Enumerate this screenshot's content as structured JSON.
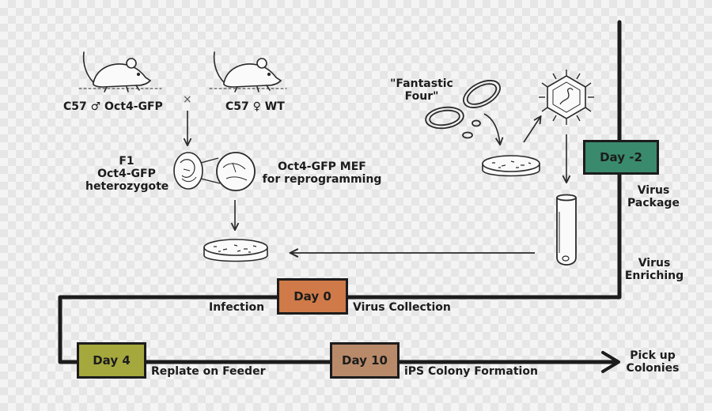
{
  "mice": {
    "left_label": "C57 ♂ Oct4-GFP",
    "right_label": "C57 ♀ WT",
    "cross_symbol": "×"
  },
  "f1": {
    "line1": "F1",
    "line2": "Oct4-GFP",
    "line3": "heterozygote"
  },
  "mef": {
    "line1": "Oct4-GFP MEF",
    "line2": "for reprogramming"
  },
  "factors": {
    "line1": "\"Fantastic",
    "line2": "Four\""
  },
  "timeline": {
    "day_minus2": {
      "label": "Day -2",
      "color": "#3a8a6e"
    },
    "day0": {
      "label": "Day 0",
      "color": "#cf7a48"
    },
    "day4": {
      "label": "Day 4",
      "color": "#a5a83d"
    },
    "day10": {
      "label": "Day 10",
      "color": "#b98a6a"
    }
  },
  "steps": {
    "virus_package_1": "Virus",
    "virus_package_2": "Package",
    "virus_enriching_1": "Virus",
    "virus_enriching_2": "Enriching",
    "infection": "Infection",
    "virus_collection": "Virus Collection",
    "replate": "Replate on Feeder",
    "ips_colony": "iPS Colony Formation",
    "pick_up_1": "Pick up",
    "pick_up_2": "Colonies"
  },
  "icons": [
    "mouse-icon",
    "embryo-icon",
    "cell-icon",
    "petri-dish-icon",
    "virus-icon",
    "test-tube-icon",
    "plasmid-icon",
    "arrow-icon"
  ]
}
